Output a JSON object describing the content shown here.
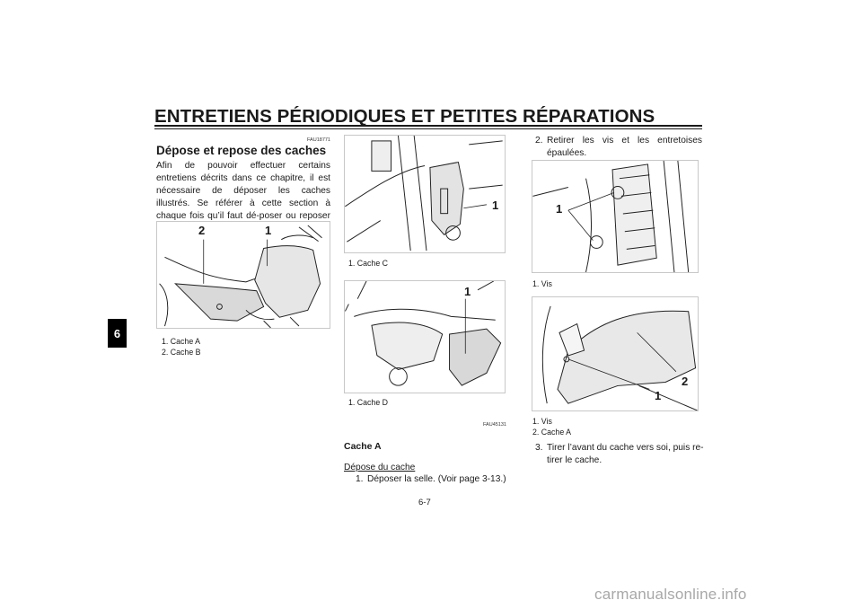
{
  "header": {
    "title": "ENTRETIENS PÉRIODIQUES ET PETITES RÉPARATIONS"
  },
  "chapter_tab": "6",
  "left_column": {
    "code": "FAU18771",
    "section_title": "Dépose et repose des caches",
    "body": "Afin de pouvoir effectuer certains entretiens décrits dans ce chapitre, il est nécessaire de déposer les caches illustrés. Se référer à cette section à chaque fois qu’il faut dé-poser ou reposer un cache.",
    "figure": {
      "callout_1": "1",
      "callout_2": "2"
    },
    "caption": [
      "1. Cache A",
      "2. Cache B"
    ]
  },
  "middle_column": {
    "figure_top": {
      "callout_1": "1",
      "caption": "1. Cache C"
    },
    "figure_bottom": {
      "callout_1": "1",
      "caption": "1. Cache D"
    },
    "code": "FAU45131",
    "subhead": "Cache A",
    "underline_heading": "Dépose du cache",
    "step_1": {
      "num": "1.",
      "text": "Déposer la selle. (Voir page 3-13.)"
    }
  },
  "right_column": {
    "step_2": {
      "num": "2.",
      "line_1": "Retirer les vis et les entretoises",
      "line_2": "épaulées."
    },
    "figure_top": {
      "callout_1": "1",
      "caption": "1. Vis"
    },
    "figure_bottom": {
      "callout_1": "1",
      "callout_2": "2"
    },
    "caption_bottom": [
      "1. Vis",
      "2. Cache A"
    ],
    "step_3": {
      "num": "3.",
      "line_1": "Tirer l’avant du cache vers soi, puis re-",
      "line_2": "tirer le cache."
    }
  },
  "footer": {
    "page_number": "6-7",
    "watermark": "carmanualsonline.info"
  }
}
